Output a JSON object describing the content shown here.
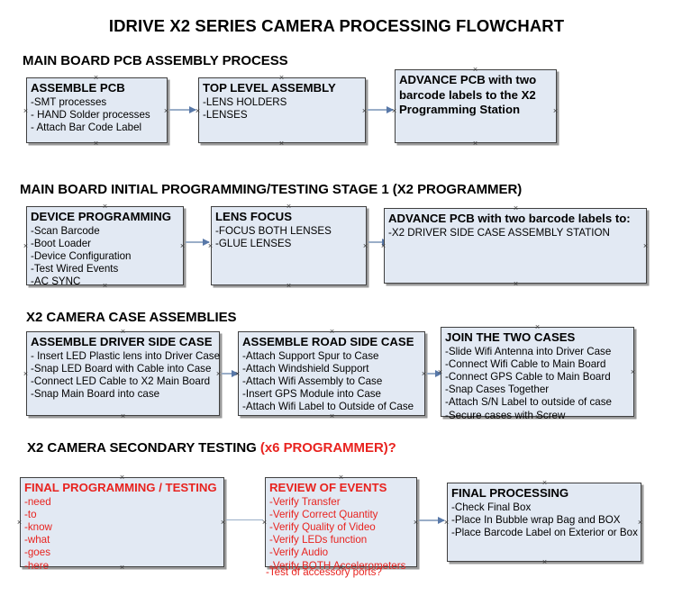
{
  "document": {
    "title": "IDRIVE X2  SERIES CAMERA PROCESSING FLOWCHART"
  },
  "sections": [
    {
      "id": "main-board-pcb-assembly",
      "header": "MAIN BOARD PCB ASSEMBLY PROCESS",
      "header_note": "",
      "boxes": [
        {
          "id": "assemble-pcb",
          "title": "ASSEMBLE PCB",
          "lines": [
            "-SMT processes",
            "- HAND Solder processes",
            "- Attach Bar Code Label"
          ],
          "color": "black"
        },
        {
          "id": "top-level-assembly",
          "title": "TOP LEVEL ASSEMBLY",
          "lines": [
            "-LENS HOLDERS",
            "-LENSES"
          ],
          "color": "black"
        },
        {
          "id": "advance-pcb-to-x2-programming-station",
          "title": "ADVANCE PCB with two barcode labels to the  X2 Programming Station",
          "lines": [],
          "color": "black"
        }
      ]
    },
    {
      "id": "main-board-initial-programming",
      "header": "MAIN BOARD INITIAL PROGRAMMING/TESTING STAGE 1 (X2 PROGRAMMER)",
      "header_note": "",
      "boxes": [
        {
          "id": "device-programming",
          "title": "DEVICE PROGRAMMING",
          "lines": [
            "-Scan Barcode",
            "-Boot Loader",
            "-Device Configuration",
            "-Test Wired Events",
            "-AC SYNC"
          ],
          "color": "black"
        },
        {
          "id": "lens-focus",
          "title": "LENS FOCUS",
          "lines": [
            "-FOCUS BOTH LENSES",
            "-GLUE LENSES"
          ],
          "color": "black"
        },
        {
          "id": "advance-pcb-to-driver-side-case-assembly",
          "title": "ADVANCE PCB with two barcode labels to:",
          "lines": [
            "-X2 DRIVER  SIDE  CASE  ASSEMBLY STATION"
          ],
          "color": "black"
        }
      ]
    },
    {
      "id": "x2-camera-case-assemblies",
      "header": "X2 CAMERA CASE ASSEMBLIES",
      "header_note": "",
      "boxes": [
        {
          "id": "assemble-driver-side-case",
          "title": "ASSEMBLE DRIVER SIDE CASE",
          "lines": [
            "- Insert LED Plastic lens into Driver Case",
            "-Snap LED Board with Cable into Case",
            "-Connect LED Cable to X2 Main Board",
            "-Snap Main Board into case"
          ],
          "color": "black"
        },
        {
          "id": "assemble-road-side-case",
          "title": "ASSEMBLE ROAD SIDE CASE",
          "lines": [
            "-Attach Support Spur to Case",
            "-Attach Windshield Support",
            "-Attach Wifi Assembly to Case",
            "-Insert GPS Module into Case",
            "-Attach Wifi Label to Outside of Case"
          ],
          "color": "black"
        },
        {
          "id": "join-the-two-cases",
          "title": "JOIN THE TWO CASES",
          "lines": [
            "-Slide Wifi Antenna into Driver Case",
            "-Connect Wifi Cable to Main Board",
            "-Connect GPS Cable to Main Board",
            "-Snap Cases Together",
            "-Attach S/N Label to outside of case",
            "-Secure cases with Screw"
          ],
          "color": "black"
        }
      ]
    },
    {
      "id": "x2-camera-secondary-testing",
      "header": "X2 CAMERA SECONDARY TESTING ",
      "header_note": "(x6 PROGRAMMER)?",
      "boxes": [
        {
          "id": "final-programming-testing",
          "title": "FINAL PROGRAMMING / TESTING",
          "lines": [
            "-need",
            "-to",
            "-know",
            "-what",
            "-goes",
            "-here"
          ],
          "color": "red"
        },
        {
          "id": "review-of-events",
          "title": "REVIEW OF EVENTS",
          "lines": [
            "-Verify Transfer",
            "-Verify Correct Quantity",
            "-Verify Quality of Video",
            "-Verify LEDs function",
            "-Verify Audio",
            "-Verify BOTH Accelerometers",
            "-Test of accessory ports?"
          ],
          "color": "red"
        },
        {
          "id": "final-processing",
          "title": "FINAL PROCESSING",
          "lines": [
            " -Check Final Box",
            "-Place In Bubble wrap Bag and BOX",
            "-Place Barcode Label on Exterior or Box"
          ],
          "color": "black"
        }
      ]
    }
  ],
  "colors": {
    "box_fill": "#e2e9f3",
    "box_border": "#3f3f3f",
    "accent_red": "#e8231f",
    "connector": "#5878a8"
  }
}
